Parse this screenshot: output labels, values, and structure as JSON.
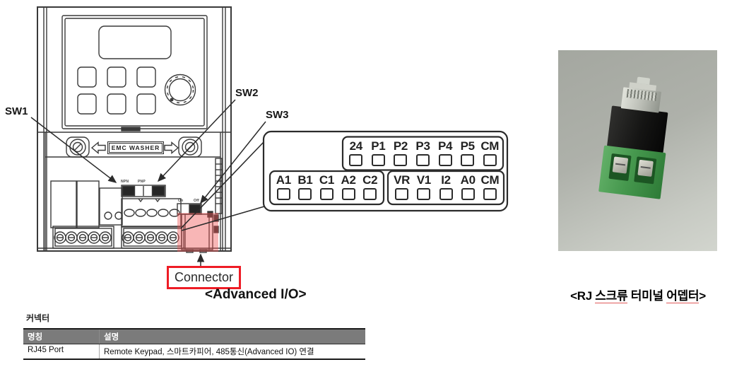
{
  "diagram": {
    "sw1": "SW1",
    "sw2": "SW2",
    "sw3": "SW3",
    "emc_washer": "EMC WASHER",
    "npn": "NPN",
    "pnp": "PNP",
    "on": "On",
    "off": "Off",
    "connector_label": "Connector",
    "advanced_io_caption": "<Advanced I/O>",
    "terminal_groups": {
      "digital": [
        "24",
        "P1",
        "P2",
        "P3",
        "P4",
        "P5",
        "CM"
      ],
      "relay": [
        "A1",
        "B1",
        "C1",
        "A2",
        "C2"
      ],
      "analog": [
        "VR",
        "V1",
        "I2",
        "A0",
        "CM"
      ]
    }
  },
  "photo": {
    "caption_parts": {
      "p1": "<RJ ",
      "p2": "스크류",
      "p3": " 터미널 ",
      "p4": "어뎁터",
      "p5": ">"
    }
  },
  "table": {
    "heading": "커넥터",
    "columns": [
      "명칭",
      "설명"
    ],
    "rows": [
      [
        "RJ45 Port",
        "Remote Keypad, 스마트카피어, 485통신(Advanced IO) 연결"
      ]
    ]
  },
  "colors": {
    "accent_red": "#ee1c25",
    "highlight_red": "rgba(238,80,80,0.42)",
    "line_art": "#343434",
    "table_header_bg": "#7b7b7b",
    "green_terminal": "#46984e"
  }
}
